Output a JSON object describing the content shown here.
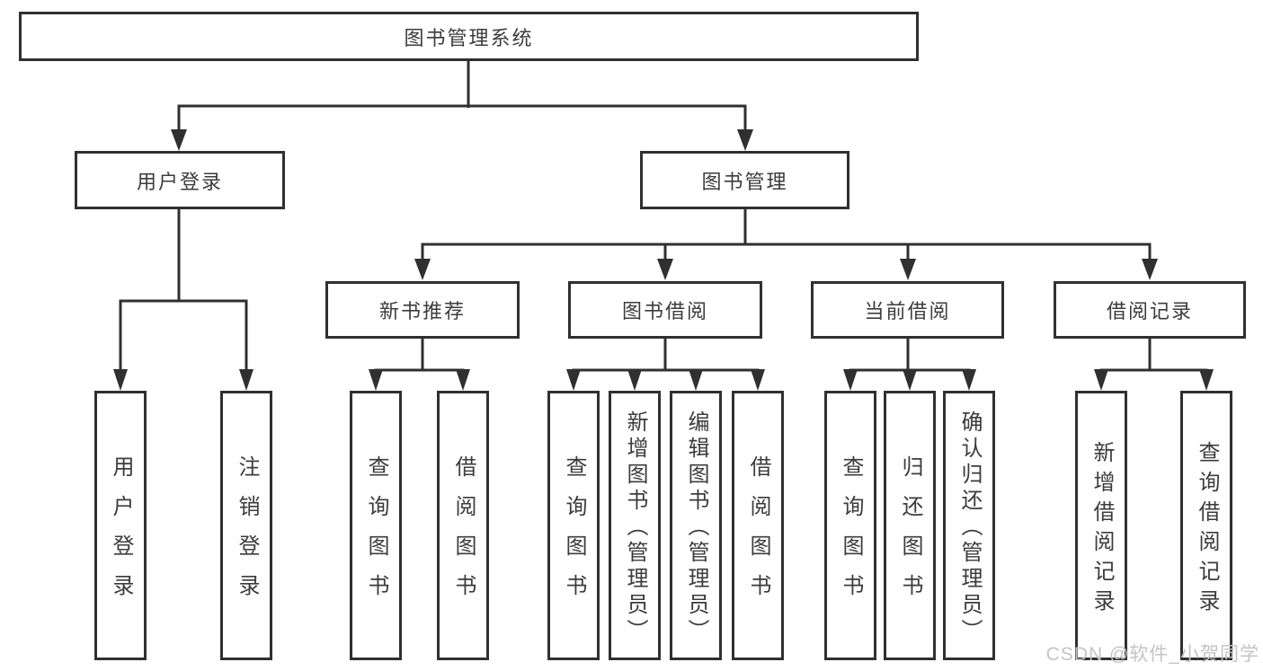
{
  "tree": {
    "root": {
      "label": "图书管理系统",
      "children": [
        {
          "label": "用户登录",
          "children": [
            {
              "label": "用户登录"
            },
            {
              "label": "注销登录"
            }
          ]
        },
        {
          "label": "图书管理",
          "children": [
            {
              "label": "新书推荐",
              "children": [
                {
                  "label": "查询图书"
                },
                {
                  "label": "借阅图书"
                }
              ]
            },
            {
              "label": "图书借阅",
              "children": [
                {
                  "label": "查询图书"
                },
                {
                  "label": "新增图书（管理员）"
                },
                {
                  "label": "编辑图书（管理员）"
                },
                {
                  "label": "借阅图书"
                }
              ]
            },
            {
              "label": "当前借阅",
              "children": [
                {
                  "label": "查询图书"
                },
                {
                  "label": "归还图书"
                },
                {
                  "label": "确认归还（管理员）"
                }
              ]
            },
            {
              "label": "借阅记录",
              "children": [
                {
                  "label": "新增借阅记录"
                },
                {
                  "label": "查询借阅记录"
                }
              ]
            }
          ]
        }
      ]
    }
  },
  "watermark": {
    "text": "CSDN @软件_小贺同学"
  },
  "colors": {
    "line": "#303030",
    "text": "#3c3c3c",
    "background": "#ffffff",
    "watermark": "#c4c4c4"
  }
}
